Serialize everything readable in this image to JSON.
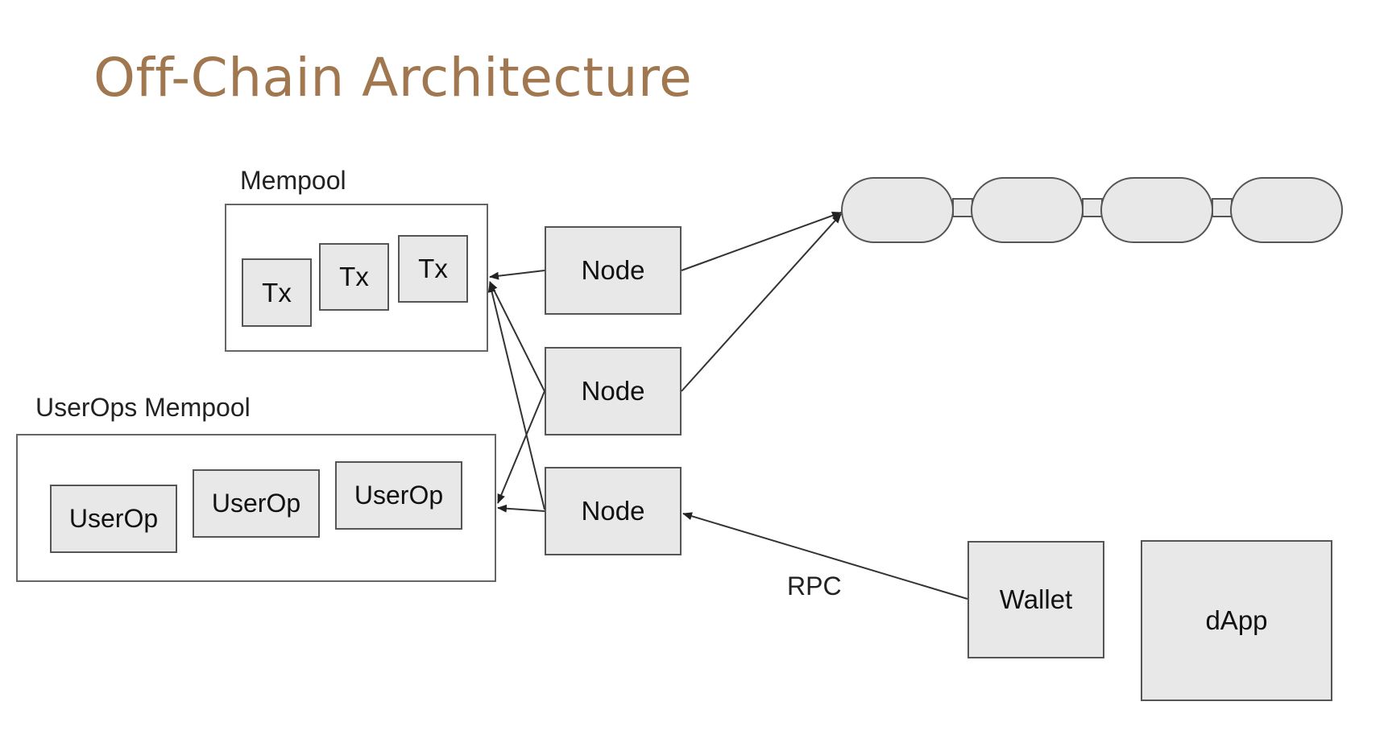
{
  "title": "Off-Chain Architecture",
  "mempool": {
    "label": "Mempool",
    "items": [
      "Tx",
      "Tx",
      "Tx"
    ]
  },
  "userops_mempool": {
    "label": "UserOps Mempool",
    "items": [
      "UserOp",
      "UserOp",
      "UserOp"
    ]
  },
  "nodes": [
    "Node",
    "Node",
    "Node"
  ],
  "rpc_label": "RPC",
  "wallet_label": "Wallet",
  "dapp_label": "dApp",
  "blockchain": {
    "block_count": 4
  },
  "colors": {
    "title": "#a0774f",
    "box_fill": "#e8e8e8",
    "border": "#555555"
  }
}
